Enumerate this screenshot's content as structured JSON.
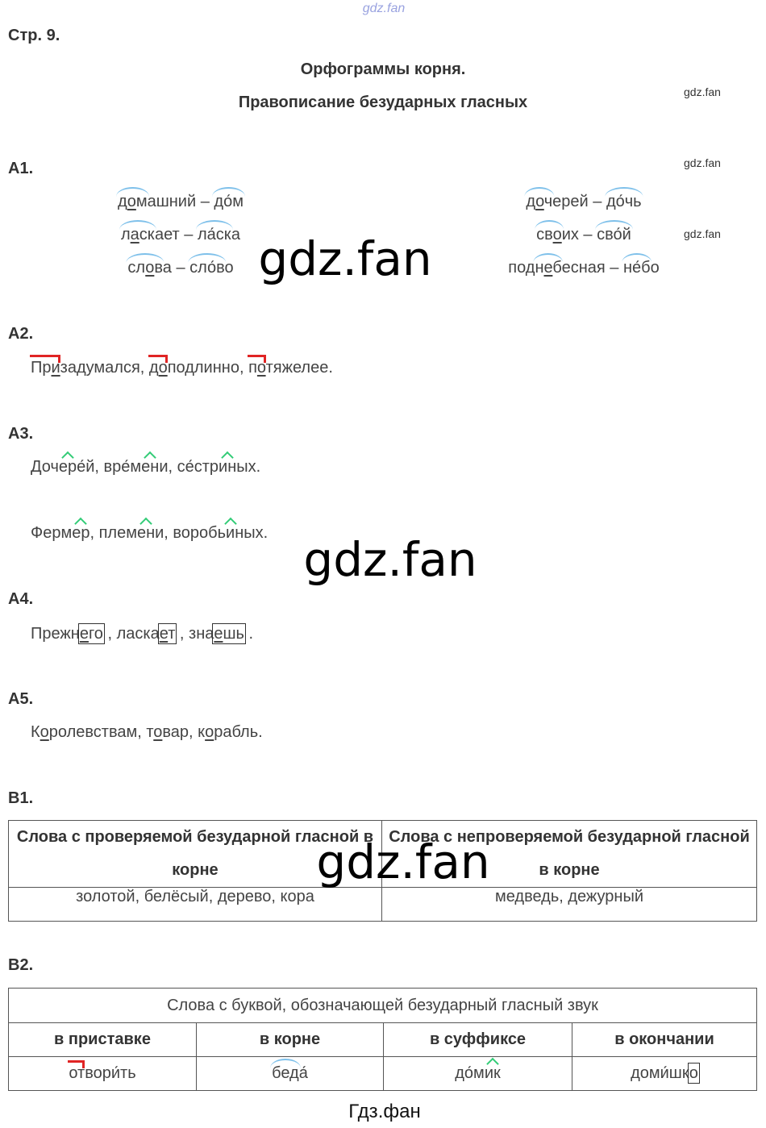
{
  "watermark_top": "gdz.fan",
  "page_label": "Стр. 9.",
  "title1": "Орфограммы корня.",
  "title2": "Правописание безударных гласных",
  "watermark_small": "gdz.fan",
  "watermark_big": "gdz.fan",
  "footer": "Гдз.фан",
  "a1": {
    "label": "А1.",
    "left": [
      [
        "д",
        "о",
        "м",
        "ашний",
        " – ",
        "до́м"
      ],
      [
        "л",
        "а",
        "ск",
        "ает",
        " – ",
        "ла́ск",
        "а"
      ],
      [
        "сл",
        "о",
        "в",
        "а",
        " – ",
        "сло́в",
        "о"
      ]
    ],
    "right": [
      [
        "д",
        "о",
        "ч",
        "ерей",
        " – ",
        "до́чь"
      ],
      [
        "св",
        "о",
        "их",
        " – ",
        "сво́й"
      ],
      [
        "под",
        "н",
        "е",
        "б",
        "есная",
        " – ",
        "не́б",
        "о"
      ]
    ]
  },
  "a2": {
    "label": "А2.",
    "parts": [
      "Пр",
      "и",
      "задумался, ",
      "д",
      "о",
      "подлинно, ",
      "п",
      "о",
      "тяжелее."
    ]
  },
  "a3": {
    "label": "А3.",
    "line1": [
      "Доч",
      "ер",
      "е́й, вре́м",
      "ен",
      "и, се́стр",
      "ин",
      "ых."
    ],
    "line2": [
      "Ферм",
      "ер",
      ", плем",
      "ен",
      "и, вороб",
      "ьин",
      "ых."
    ]
  },
  "a4": {
    "label": "А4.",
    "parts": [
      "Прежн",
      "е",
      "го",
      " , ласка",
      "е",
      "т",
      " , зна",
      "е",
      "шь",
      " ."
    ]
  },
  "a5": {
    "label": "А5.",
    "parts": [
      "К",
      "о",
      "ролевствам, т",
      "о",
      "вар, к",
      "о",
      "рабль."
    ]
  },
  "b1": {
    "label": "В1.",
    "headers": [
      "Слова с проверяемой безударной гласной в корне",
      "Слова с непроверяемой безударной гласной в корне"
    ],
    "cells": [
      "золотой, белёсый, дерево, кора",
      "медведь, дежурный"
    ]
  },
  "b2": {
    "label": "В2.",
    "caption": "Слова с буквой, обозначающей безударный гласный звук",
    "headers": [
      "в приставке",
      "в корне",
      "в суффиксе",
      "в окончании"
    ],
    "cells": [
      [
        "от",
        "вори́ть"
      ],
      [
        "бед",
        "а́"
      ],
      [
        "до́м",
        "ик"
      ],
      [
        "доми́шк",
        "о"
      ]
    ]
  }
}
